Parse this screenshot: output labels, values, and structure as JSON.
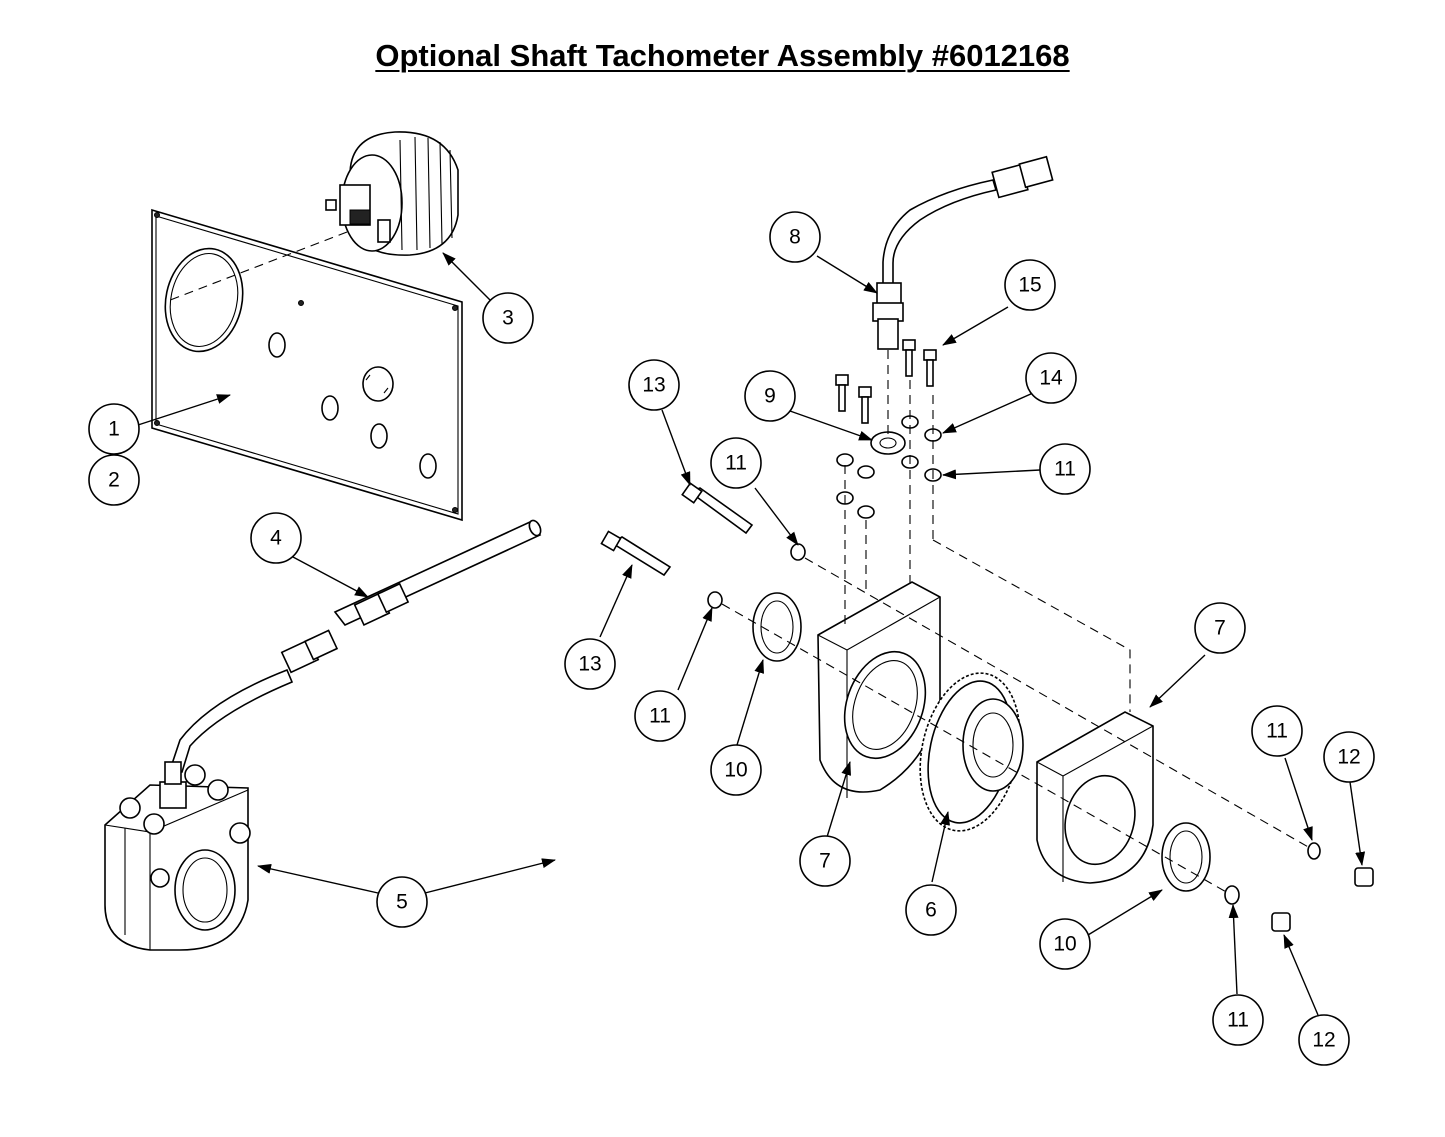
{
  "title": "Optional Shaft Tachometer Assembly #6012168",
  "callouts": [
    {
      "id": "c1",
      "label": "1"
    },
    {
      "id": "c2",
      "label": "2"
    },
    {
      "id": "c3",
      "label": "3"
    },
    {
      "id": "c4",
      "label": "4"
    },
    {
      "id": "c5",
      "label": "5"
    },
    {
      "id": "c6",
      "label": "6"
    },
    {
      "id": "c7a",
      "label": "7"
    },
    {
      "id": "c7b",
      "label": "7"
    },
    {
      "id": "c8",
      "label": "8"
    },
    {
      "id": "c9",
      "label": "9"
    },
    {
      "id": "c10a",
      "label": "10"
    },
    {
      "id": "c10b",
      "label": "10"
    },
    {
      "id": "c11a",
      "label": "11"
    },
    {
      "id": "c11b",
      "label": "11"
    },
    {
      "id": "c11c",
      "label": "11"
    },
    {
      "id": "c11d",
      "label": "11"
    },
    {
      "id": "c11e",
      "label": "11"
    },
    {
      "id": "c12a",
      "label": "12"
    },
    {
      "id": "c12b",
      "label": "12"
    },
    {
      "id": "c13a",
      "label": "13"
    },
    {
      "id": "c13b",
      "label": "13"
    },
    {
      "id": "c14",
      "label": "14"
    },
    {
      "id": "c15",
      "label": "15"
    }
  ]
}
